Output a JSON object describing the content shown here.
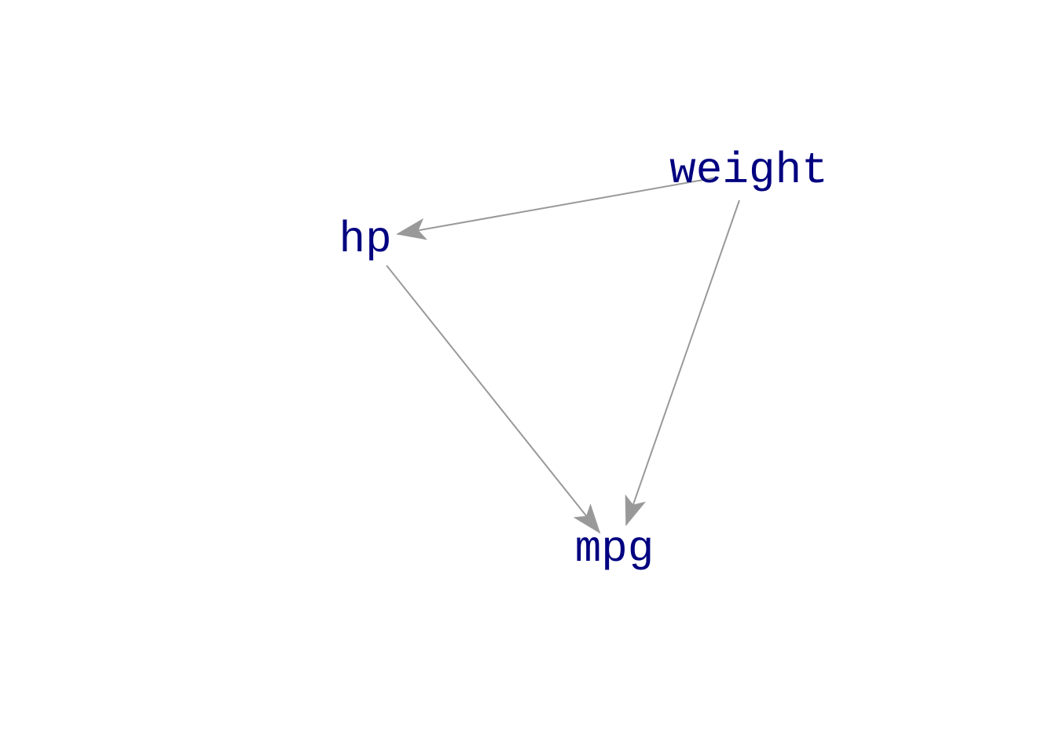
{
  "graph": {
    "node_color": "#000080",
    "edge_color": "#999999",
    "nodes": [
      {
        "id": "weight",
        "label": "weight"
      },
      {
        "id": "hp",
        "label": "hp"
      },
      {
        "id": "mpg",
        "label": "mpg"
      }
    ],
    "edges": [
      {
        "from": "weight",
        "to": "hp"
      },
      {
        "from": "hp",
        "to": "mpg"
      },
      {
        "from": "weight",
        "to": "mpg"
      }
    ]
  }
}
